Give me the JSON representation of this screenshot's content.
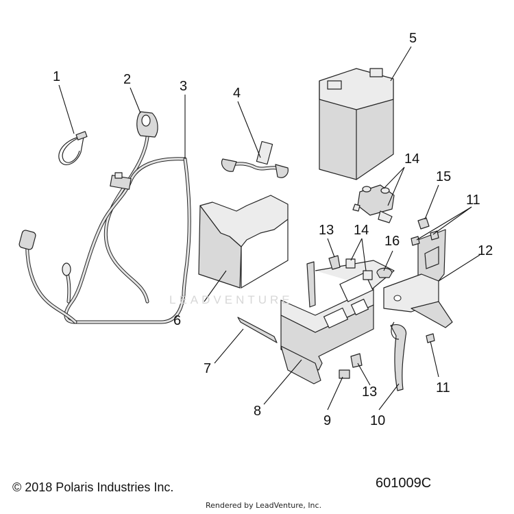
{
  "diagram": {
    "callouts": [
      "1",
      "2",
      "3",
      "4",
      "5",
      "6",
      "7",
      "8",
      "9",
      "10",
      "11",
      "12",
      "13",
      "14",
      "15",
      "16"
    ],
    "callout_extra": {
      "c11b": "11",
      "c11c": "11",
      "c13b": "13",
      "c14b": "14"
    },
    "watermark": "LEADVENTURE",
    "copyright": "© 2018 Polaris Industries Inc.",
    "part_number": "601009C",
    "rendered_by": "Rendered by LeadVenture, Inc."
  }
}
